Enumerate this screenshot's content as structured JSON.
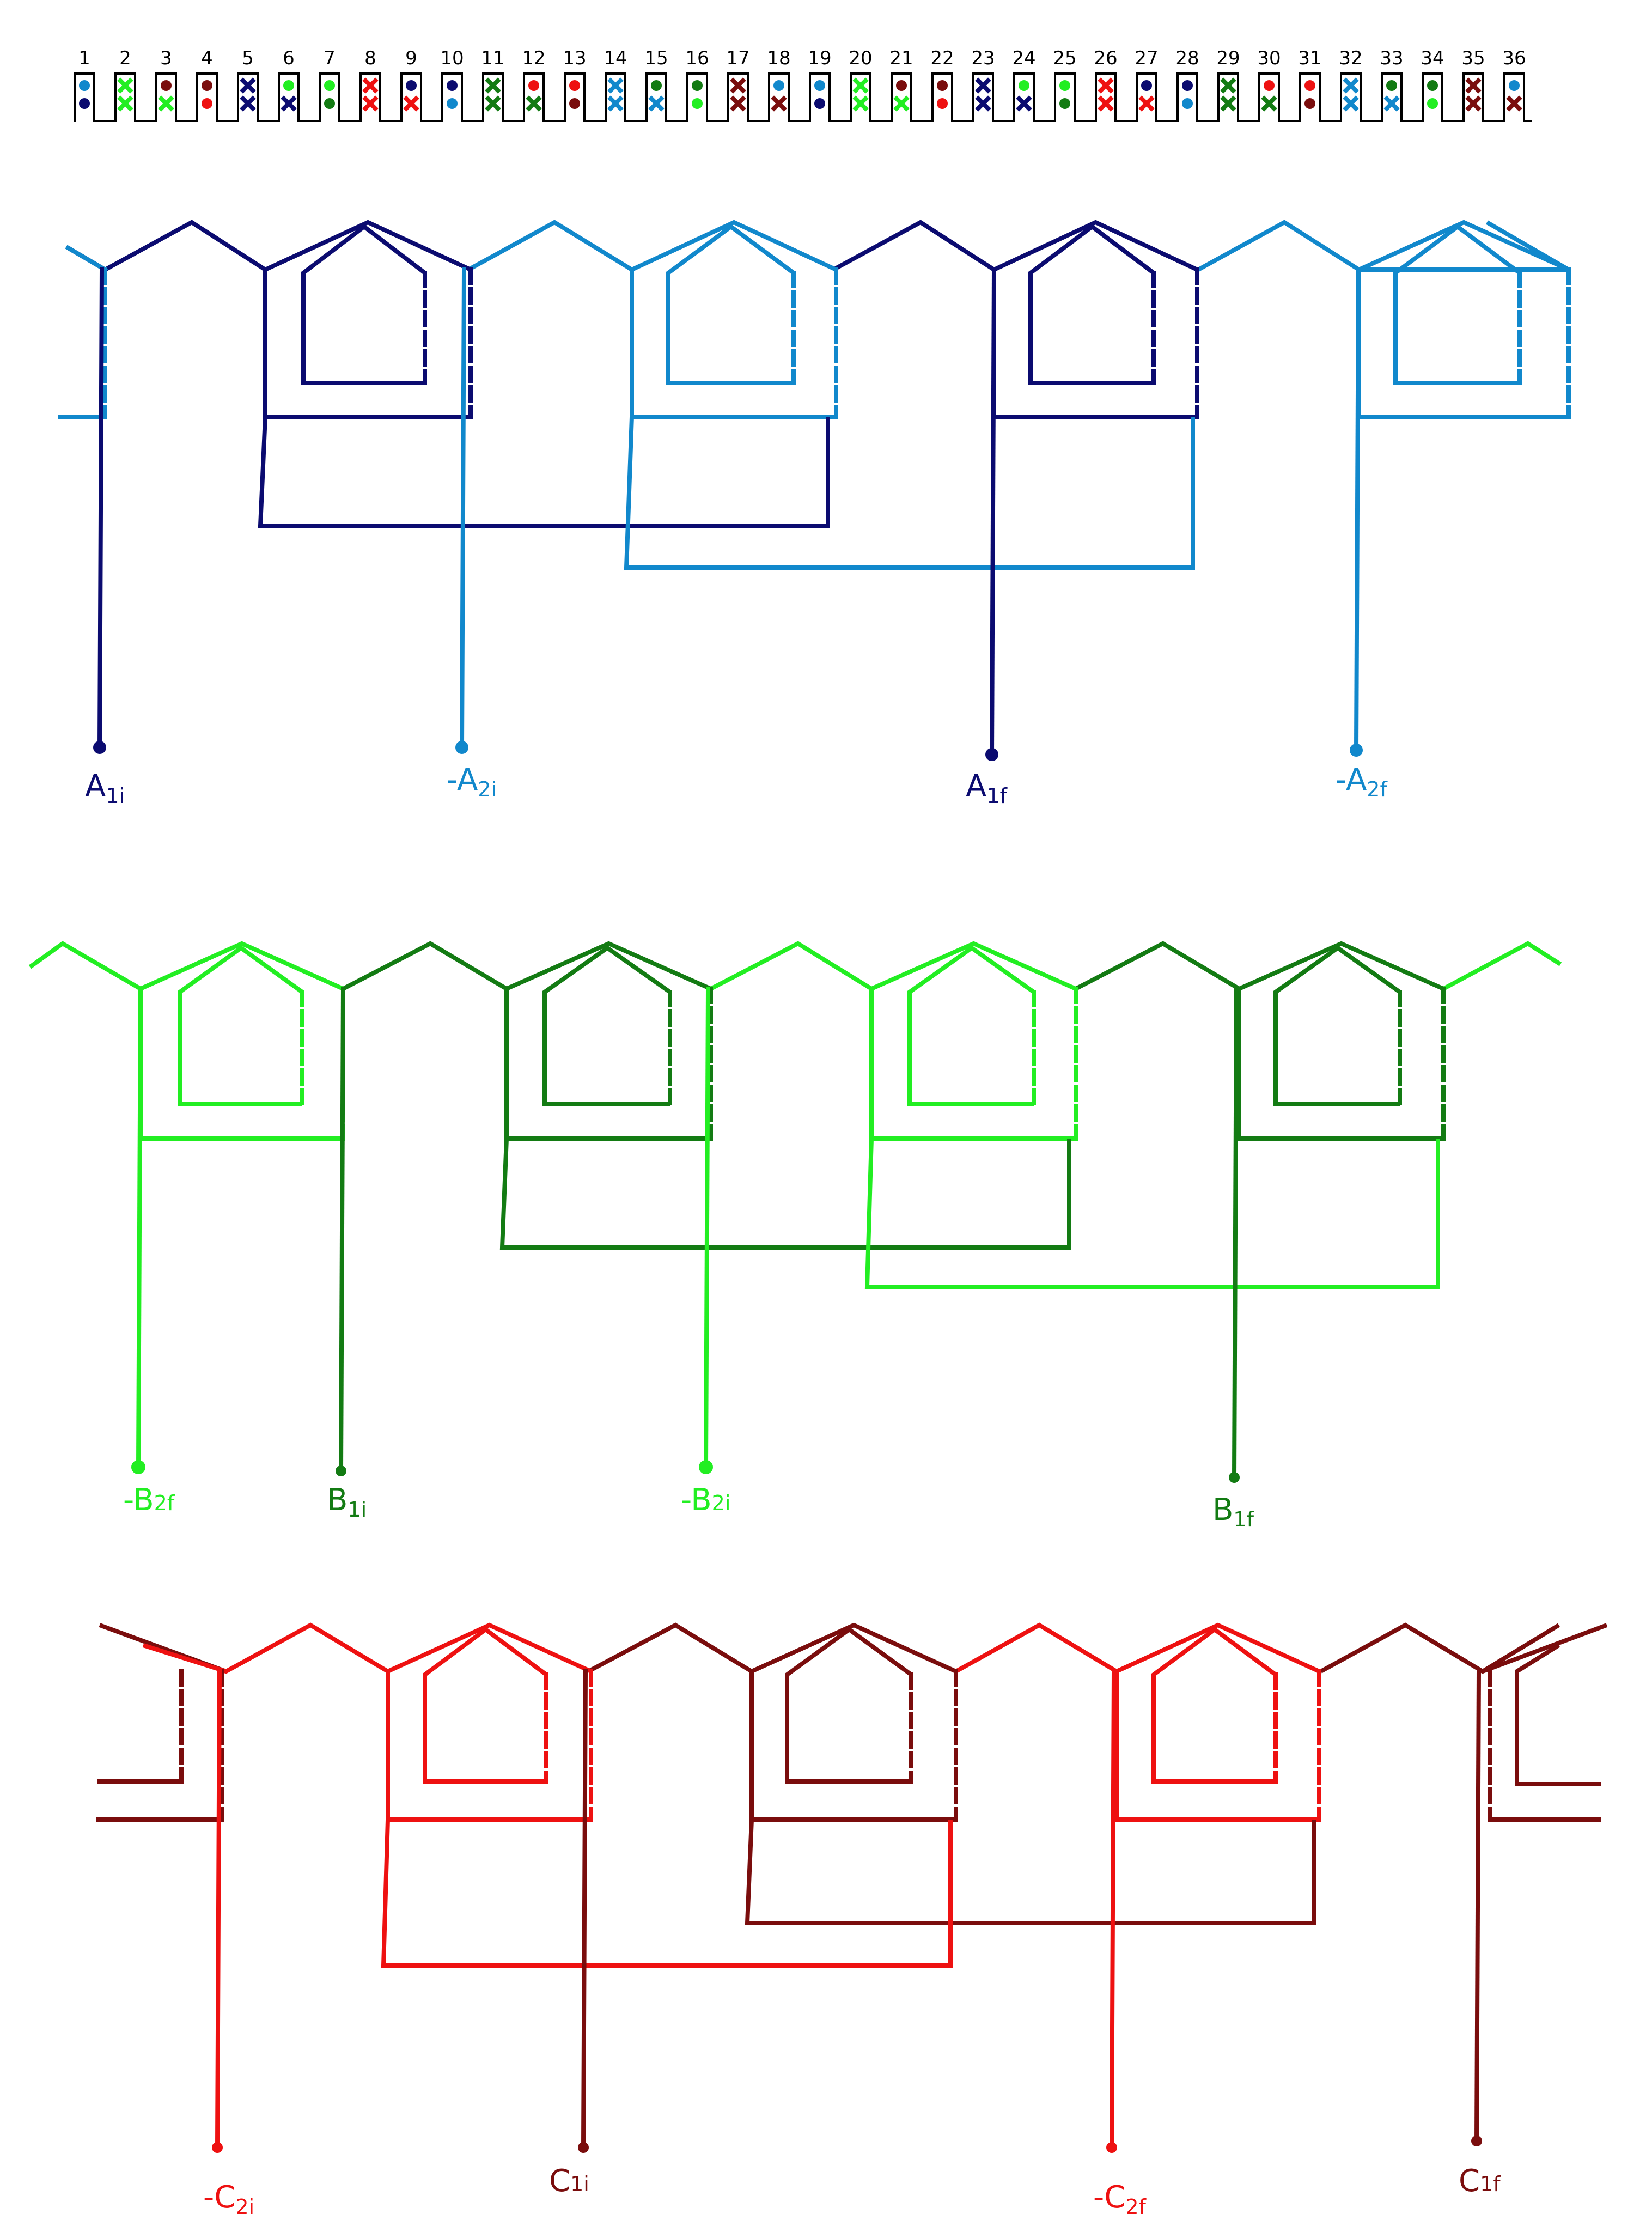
{
  "colors": {
    "slot_outline": "#000000",
    "phase_a1": "#0b0b70",
    "phase_a2": "#1188cc",
    "phase_b1": "#137b13",
    "phase_b2": "#22ee22",
    "phase_c1": "#7a0d0d",
    "phase_c2": "#ee1111"
  },
  "slot_strip": {
    "numbers": [
      "1",
      "2",
      "3",
      "4",
      "5",
      "6",
      "7",
      "8",
      "9",
      "10",
      "11",
      "12",
      "13",
      "14",
      "15",
      "16",
      "17",
      "18",
      "19",
      "20",
      "21",
      "22",
      "23",
      "24",
      "25",
      "26",
      "27",
      "28",
      "29",
      "30",
      "31",
      "32",
      "33",
      "34",
      "35",
      "36"
    ],
    "top_marks": [
      {
        "sym": "dot",
        "phase": "a2"
      },
      {
        "sym": "x",
        "phase": "b2"
      },
      {
        "sym": "dot",
        "phase": "c1"
      },
      {
        "sym": "dot",
        "phase": "c1"
      },
      {
        "sym": "x",
        "phase": "a1"
      },
      {
        "sym": "dot",
        "phase": "b2"
      },
      {
        "sym": "dot",
        "phase": "b2"
      },
      {
        "sym": "x",
        "phase": "c2"
      },
      {
        "sym": "dot",
        "phase": "a1"
      },
      {
        "sym": "dot",
        "phase": "a1"
      },
      {
        "sym": "x",
        "phase": "b1"
      },
      {
        "sym": "dot",
        "phase": "c2"
      },
      {
        "sym": "dot",
        "phase": "c2"
      },
      {
        "sym": "x",
        "phase": "a2"
      },
      {
        "sym": "dot",
        "phase": "b1"
      },
      {
        "sym": "dot",
        "phase": "b1"
      },
      {
        "sym": "x",
        "phase": "c1"
      },
      {
        "sym": "dot",
        "phase": "a2"
      },
      {
        "sym": "dot",
        "phase": "a2"
      },
      {
        "sym": "x",
        "phase": "b2"
      },
      {
        "sym": "dot",
        "phase": "c1"
      },
      {
        "sym": "dot",
        "phase": "c1"
      },
      {
        "sym": "x",
        "phase": "a1"
      },
      {
        "sym": "dot",
        "phase": "b2"
      },
      {
        "sym": "dot",
        "phase": "b2"
      },
      {
        "sym": "x",
        "phase": "c2"
      },
      {
        "sym": "dot",
        "phase": "a1"
      },
      {
        "sym": "dot",
        "phase": "a1"
      },
      {
        "sym": "x",
        "phase": "b1"
      },
      {
        "sym": "dot",
        "phase": "c2"
      },
      {
        "sym": "dot",
        "phase": "c2"
      },
      {
        "sym": "x",
        "phase": "a2"
      },
      {
        "sym": "dot",
        "phase": "b1"
      },
      {
        "sym": "dot",
        "phase": "b1"
      },
      {
        "sym": "x",
        "phase": "c1"
      },
      {
        "sym": "dot",
        "phase": "a2"
      }
    ],
    "bottom_marks": [
      {
        "sym": "dot",
        "phase": "a1"
      },
      {
        "sym": "x",
        "phase": "b2"
      },
      {
        "sym": "x",
        "phase": "b2"
      },
      {
        "sym": "dot",
        "phase": "c2"
      },
      {
        "sym": "x",
        "phase": "a1"
      },
      {
        "sym": "x",
        "phase": "a1"
      },
      {
        "sym": "dot",
        "phase": "b1"
      },
      {
        "sym": "x",
        "phase": "c2"
      },
      {
        "sym": "x",
        "phase": "c2"
      },
      {
        "sym": "dot",
        "phase": "a2"
      },
      {
        "sym": "x",
        "phase": "b1"
      },
      {
        "sym": "x",
        "phase": "b1"
      },
      {
        "sym": "dot",
        "phase": "c1"
      },
      {
        "sym": "x",
        "phase": "a2"
      },
      {
        "sym": "x",
        "phase": "a2"
      },
      {
        "sym": "dot",
        "phase": "b2"
      },
      {
        "sym": "x",
        "phase": "c1"
      },
      {
        "sym": "x",
        "phase": "c1"
      },
      {
        "sym": "dot",
        "phase": "a1"
      },
      {
        "sym": "x",
        "phase": "b2"
      },
      {
        "sym": "x",
        "phase": "b2"
      },
      {
        "sym": "dot",
        "phase": "c2"
      },
      {
        "sym": "x",
        "phase": "a1"
      },
      {
        "sym": "x",
        "phase": "a1"
      },
      {
        "sym": "dot",
        "phase": "b1"
      },
      {
        "sym": "x",
        "phase": "c2"
      },
      {
        "sym": "x",
        "phase": "c2"
      },
      {
        "sym": "dot",
        "phase": "a2"
      },
      {
        "sym": "x",
        "phase": "b1"
      },
      {
        "sym": "x",
        "phase": "b1"
      },
      {
        "sym": "dot",
        "phase": "c1"
      },
      {
        "sym": "x",
        "phase": "a2"
      },
      {
        "sym": "x",
        "phase": "a2"
      },
      {
        "sym": "dot",
        "phase": "b2"
      },
      {
        "sym": "x",
        "phase": "c1"
      },
      {
        "sym": "x",
        "phase": "c1"
      }
    ]
  },
  "phases": [
    {
      "name": "A",
      "terminals": [
        {
          "base": "A",
          "sub": "1i",
          "color_key": "phase_a1"
        },
        {
          "base": "-A",
          "sub": "2i",
          "color_key": "phase_a2"
        },
        {
          "base": "A",
          "sub": "1f",
          "color_key": "phase_a1"
        },
        {
          "base": "-A",
          "sub": "2f",
          "color_key": "phase_a2"
        }
      ]
    },
    {
      "name": "B",
      "terminals": [
        {
          "base": "-B",
          "sub": "2f",
          "color_key": "phase_b2"
        },
        {
          "base": "B",
          "sub": "1i",
          "color_key": "phase_b1"
        },
        {
          "base": "-B",
          "sub": "2i",
          "color_key": "phase_b2"
        },
        {
          "base": "B",
          "sub": "1f",
          "color_key": "phase_b1"
        }
      ]
    },
    {
      "name": "C",
      "terminals": [
        {
          "base": "-C",
          "sub": "2i",
          "color_key": "phase_c2"
        },
        {
          "base": "C",
          "sub": "1i",
          "color_key": "phase_c1"
        },
        {
          "base": "-C",
          "sub": "2f",
          "color_key": "phase_c2"
        },
        {
          "base": "C",
          "sub": "1f",
          "color_key": "phase_c1"
        }
      ]
    }
  ]
}
